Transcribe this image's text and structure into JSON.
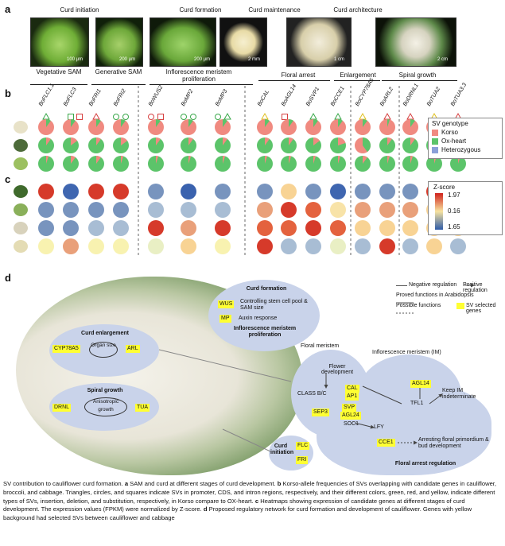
{
  "panel_a": {
    "letter": "a",
    "phases": [
      "Curd initiation",
      "Curd formation",
      "Curd maintenance",
      "Curd architecture"
    ],
    "scalebars": [
      "100 μm",
      "200 μm",
      "200 μm",
      "2 mm",
      "1 cm",
      "2 cm"
    ],
    "stages": [
      "Vegetative SAM",
      "Generative SAM",
      "Inflorescence meristem proliferation",
      "Floral arrest",
      "Enlargement",
      "Spiral growth"
    ]
  },
  "panel_b": {
    "letter": "b",
    "genes": [
      "BoFLC1.1",
      "BoFLC3",
      "BoFRI1",
      "BoFRI2",
      "BoWUS2",
      "BoMP2",
      "BoMP3",
      "BoCAL",
      "BoAGL14",
      "BoSVP1",
      "BoCCE1",
      "BoCYP78A5",
      "BoARL2",
      "BoDRNL1",
      "BoTUA2",
      "BoTUA3.3"
    ],
    "legend": {
      "title": "SV genotype",
      "items": [
        {
          "label": "Korso",
          "color": "#f08a80"
        },
        {
          "label": "Ox-heart",
          "color": "#5cc46a"
        },
        {
          "label": "Heterozygous",
          "color": "#8aa0d8"
        }
      ]
    }
  },
  "panel_c": {
    "letter": "c",
    "legend": {
      "title": "Z-score",
      "ticks": [
        "1.97",
        "0.16",
        "1.65"
      ]
    }
  },
  "panel_d": {
    "letter": "d",
    "legend": {
      "negative": "Negative regulation",
      "positive": "Positive regulation",
      "proved": "Proved functions in Arabidopsis",
      "possible": "Possible functions",
      "sv": "SV selected genes"
    },
    "curd_formation": {
      "title": "Curd formation",
      "wus": "WUS",
      "wus_text": "Controlling stem cell pool & SAM size",
      "mp": "MP",
      "mp_text": "Auxin response",
      "sub": "Inflorescence meristem proliferation"
    },
    "curd_enlargement": {
      "title": "Curd enlargement",
      "left": "CYP78A5",
      "center": "Organ size",
      "right": "ARL"
    },
    "spiral": {
      "title": "Spiral growth",
      "left": "DRNL",
      "center": "Anisotropic growth",
      "right": "TUA"
    },
    "initiation": {
      "title": "Curd initiation",
      "a": "FLC",
      "b": "FRI"
    },
    "arrest": {
      "floral_meristem": "Floral meristem",
      "im": "Inflorescence meristem (IM)",
      "flower_dev": "Flower development",
      "classbc": "CLASS B/C",
      "cal": "CAL",
      "ap1": "AP1",
      "agl14": "AGL14",
      "keep": "Keep IM indeterminate",
      "tfl1": "TFL1",
      "sep3": "SEP3",
      "svp": "SVP",
      "agl24": "AGL24",
      "soc1": "SOC1",
      "lfy": "LFY",
      "cce1": "CCE1",
      "arrest_text": "Arresting floral primordium & bud development",
      "title": "Floral arrest regulation"
    }
  },
  "caption": {
    "head": "SV contribution to cauliflower curd formation.",
    "a_letter": "a",
    "a": "SAM and curd at different stages of curd development.",
    "b_letter": "b",
    "b": "Korso-allele frequencies of SVs overlapping with candidate genes in cauliflower, broccoli, and cabbage. Triangles, circles, and squares indicate SVs in promoter, CDS, and intron regions, respectively, and their different colors, green, red, and yellow, indicate different types of SVs, insertion, deletion, and substitution, respectively, in Korso compare to OX-heart.",
    "c_letter": "c",
    "c": "Heatmaps showing expression of candidate genes at different stages of curd development. The expression values (FPKM) were normalized by Z-score.",
    "d_letter": "d",
    "d": "Proposed regulatory network for curd formation and development of cauliflower. Genes with yellow background had selected SVs between cauliflower and cabbage"
  }
}
